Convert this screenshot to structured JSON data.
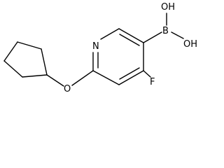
{
  "molecule": {
    "atoms": {
      "nitrogen": "N",
      "oxygen": "O",
      "fluorine": "F",
      "boron": "B",
      "hydroxyl_top": "OH",
      "hydroxyl_right": "OH"
    }
  }
}
